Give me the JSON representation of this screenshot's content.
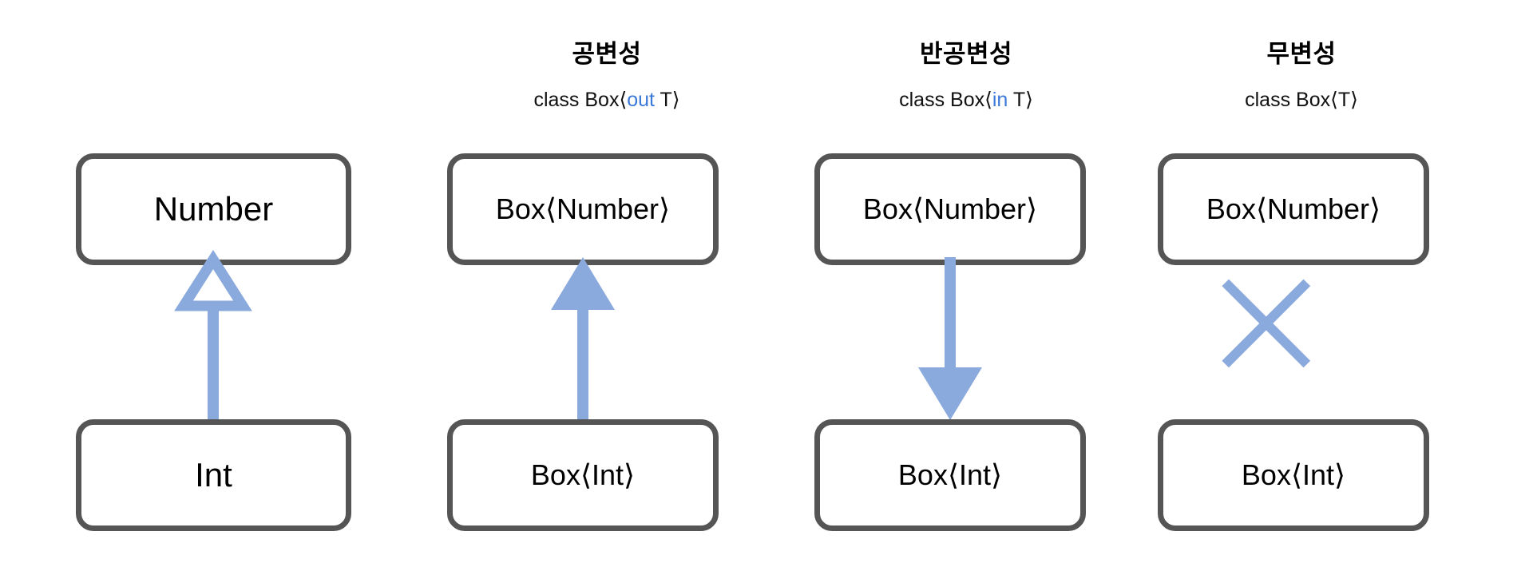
{
  "diagram": {
    "title": "Kotlin generic variance diagram",
    "background": "#ffffff",
    "box_border_color": "#555555",
    "arrow_color": "#8aa9dc",
    "keyword_color": "#3b78d8"
  },
  "columns": [
    {
      "title": "",
      "code_prefix": "",
      "code_keyword": "",
      "code_suffix": "",
      "top_box": "Number",
      "bottom_box": "Int",
      "connector": "hollow-triangle-arrow-up"
    },
    {
      "title": "공변성",
      "code_prefix": "class Box⟨",
      "code_keyword": "out",
      "code_suffix": " T⟩",
      "top_box": "Box⟨Number⟩",
      "bottom_box": "Box⟨Int⟩",
      "connector": "solid-arrow-up"
    },
    {
      "title": "반공변성",
      "code_prefix": "class Box⟨",
      "code_keyword": "in",
      "code_suffix": " T⟩",
      "top_box": "Box⟨Number⟩",
      "bottom_box": "Box⟨Int⟩",
      "connector": "solid-arrow-down"
    },
    {
      "title": "무변성",
      "code_prefix": "class Box⟨T⟩",
      "code_keyword": "",
      "code_suffix": "",
      "top_box": "Box⟨Number⟩",
      "bottom_box": "Box⟨Int⟩",
      "connector": "cross-mark"
    }
  ]
}
